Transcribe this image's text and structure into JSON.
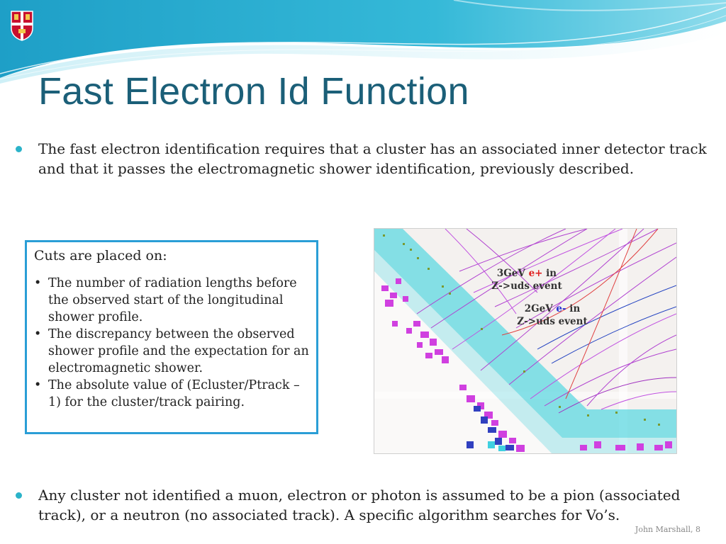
{
  "slide": {
    "title": "Fast Electron Id Function",
    "bullets": [
      "The fast electron identification requires that a cluster has an associated inner detector track and that it passes the electromagnetic shower identification, previously described.",
      "Any cluster not identified a muon, electron or photon is assumed to be a pion (associated track), or a neutron (no associated track). A specific algorithm searches for Vo’s."
    ],
    "cuts_box": {
      "heading": "Cuts are placed on:",
      "items": [
        "The number of radiation lengths before the observed start of the longitudinal shower profile.",
        "The discrepancy between the observed shower profile and the expectation for an electromagnetic shower.",
        "The absolute value of (Ecluster/Ptrack – 1) for the cluster/track pairing."
      ]
    },
    "figure": {
      "label1_prefix": "3GeV ",
      "label1_particle": "e+",
      "label1_suffix": " in",
      "label1_line2": "Z->uds event",
      "label2_prefix": "2GeV ",
      "label2_particle": "e-",
      "label2_suffix": " in",
      "label2_line2": "Z->uds event"
    },
    "footer": "John Marshall, 8"
  },
  "colors": {
    "title": "#1b5f78",
    "bullet": "#2bb3c9",
    "box_border": "#2a9ed6",
    "positron": "#e02020",
    "electron": "#2030d0"
  },
  "icons": {
    "crest": "university-crest-icon",
    "bullet": "bullet-dot-icon"
  }
}
